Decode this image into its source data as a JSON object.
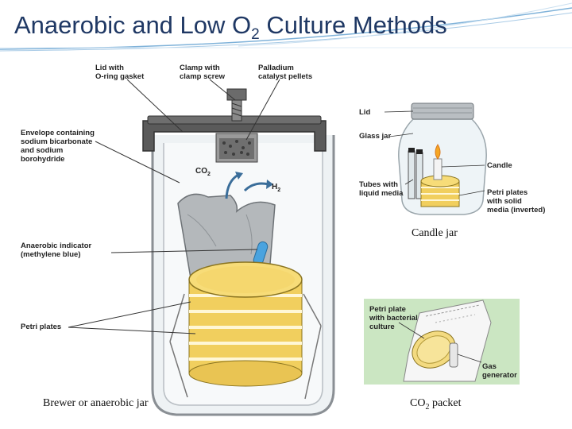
{
  "slide": {
    "title_main": "Anaerobic and Low O",
    "title_sub": "2",
    "title_rest": " Culture Methods"
  },
  "brewer_jar": {
    "labels": {
      "lid": "Lid with\nO-ring gasket",
      "clamp": "Clamp with\nclamp screw",
      "palladium": "Palladium\ncatalyst pellets",
      "envelope": "Envelope containing\nsodium bicarbonate\nand sodium\nborohydride",
      "indicator": "Anaerobic indicator\n(methylene blue)",
      "plates": "Petri plates",
      "co2": "CO",
      "co2_sub": "2",
      "h2": "H",
      "h2_sub": "2"
    },
    "caption": "Brewer or anaerobic jar"
  },
  "candle_jar": {
    "labels": {
      "lid": "Lid",
      "glass": "Glass jar",
      "tubes": "Tubes with\nliquid media",
      "candle": "Candle",
      "plates": "Petri plates\nwith solid\nmedia (inverted)"
    },
    "caption": "Candle jar"
  },
  "co2_packet": {
    "labels": {
      "plate": "Petri plate\nwith bacterial\nculture",
      "generator": "Gas\ngenerator"
    },
    "caption_main": "CO",
    "caption_sub": "2",
    "caption_rest": " packet"
  },
  "colors": {
    "title": "#1f3864",
    "plate_agar": "#f5d76e",
    "jar_lid": "#555555",
    "indicator": "#4aa3df",
    "packet_bg": "#cbe6c2"
  }
}
